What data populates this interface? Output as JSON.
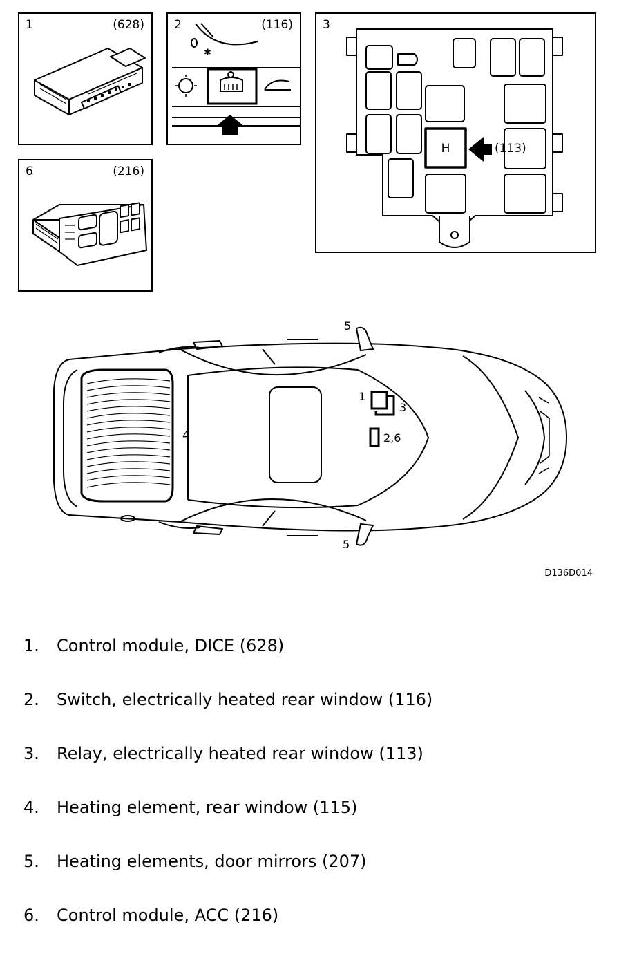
{
  "panels": [
    {
      "num": "1",
      "code": "(628)"
    },
    {
      "num": "2",
      "code": "(116)"
    },
    {
      "num": "3",
      "code": "(113)"
    },
    {
      "num": "6",
      "code": "(216)"
    }
  ],
  "relay_label": "H",
  "car_callouts": {
    "c1": "1",
    "c3": "3",
    "c26": "2,6",
    "c4": "4",
    "c5_top": "5",
    "c5_bottom": "5"
  },
  "figure_id": "D136D014",
  "legend": [
    {
      "num": "1.",
      "text": "Control module, DICE (628)"
    },
    {
      "num": "2.",
      "text": "Switch, electrically heated rear window (116)"
    },
    {
      "num": "3.",
      "text": "Relay, electrically heated rear window (113)"
    },
    {
      "num": "4.",
      "text": "Heating element, rear window (115)"
    },
    {
      "num": "5.",
      "text": "Heating elements, door mirrors (207)"
    },
    {
      "num": "6.",
      "text": "Control module, ACC (216)"
    }
  ]
}
